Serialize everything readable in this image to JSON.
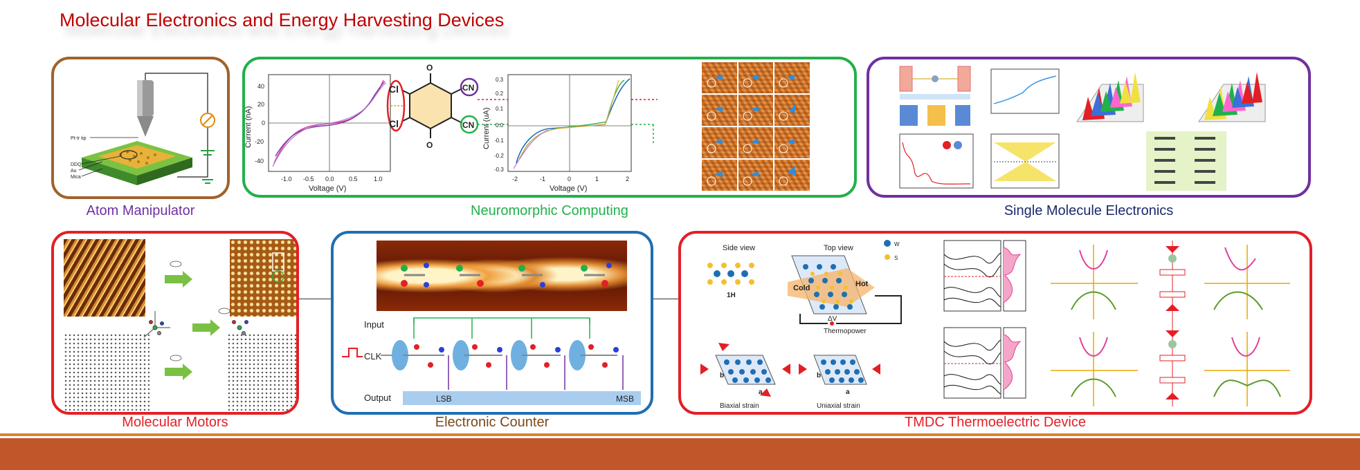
{
  "title": "Molecular Electronics and Energy Harvesting Devices",
  "colors": {
    "title": "#c00000",
    "atom": "#a0622d",
    "neuro": "#22b04b",
    "single": "#7030a0",
    "motor": "#e31f26",
    "counter": "#1f6eb3",
    "tmdc": "#e31f26",
    "footer": "#c0562a",
    "footer_line": "#e0812f"
  },
  "panels": {
    "atom": {
      "caption": "Atom Manipulator",
      "labels": {
        "tip": "Pt-Ir tip",
        "ddq": "DDQ",
        "au": "Au",
        "mica": "Mica"
      }
    },
    "neuro": {
      "caption": "Neuromorphic Computing",
      "iv1": {
        "xlabel": "Voltage (V)",
        "ylabel": "Current (nA)",
        "xticks": [
          "-1.0",
          "-0.5",
          "0.0",
          "0.5",
          "1.0"
        ],
        "yticks": [
          "40",
          "20",
          "0",
          "-20",
          "-40"
        ]
      },
      "iv2": {
        "xlabel": "Voltage (V)",
        "ylabel": "Current (uA)",
        "xticks": [
          "-2",
          "-1",
          "0",
          "1",
          "2"
        ],
        "yticks": [
          "0.3",
          "0.2",
          "0.1",
          "0.0",
          "-0.1",
          "-0.2",
          "-0.3"
        ]
      },
      "molecule": {
        "cl": "Cl",
        "cn": "CN",
        "o": "O"
      }
    },
    "single": {
      "caption": "Single Molecule Electronics"
    },
    "motors": {
      "caption": "Molecular Motors"
    },
    "counter": {
      "caption": "Electronic Counter",
      "input": "Input",
      "clk": "CLK",
      "output": "Output",
      "lsb": "LSB",
      "msb": "MSB"
    },
    "tmdc": {
      "caption": "TMDC Thermoelectric Device",
      "side_view": "Side view",
      "top_view": "Top view",
      "h1": "1H",
      "w": "W",
      "s": "S",
      "cold": "Cold",
      "hot": "Hot",
      "thermopower": "Thermopower",
      "dv": "ΔV",
      "biaxial": "Biaxial strain",
      "uniaxial": "Uniaxial strain",
      "a": "a",
      "b": "b"
    }
  }
}
